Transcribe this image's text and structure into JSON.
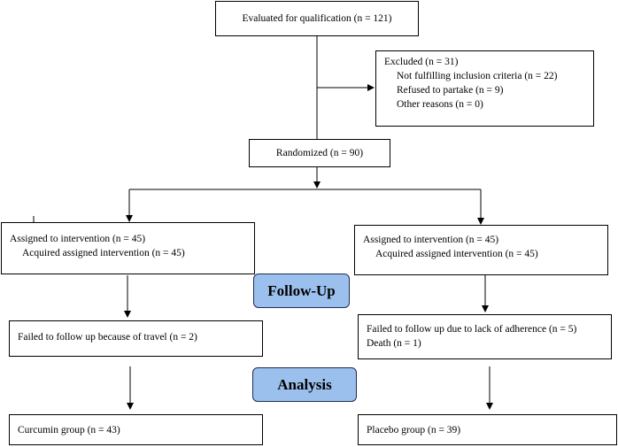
{
  "eligibility": {
    "text": "Evaluated for qualification (n = 121)"
  },
  "excluded": {
    "title": "Excluded (n = 31)",
    "bullet": "",
    "items": [
      "Not fulfilling inclusion criteria (n = 22)",
      "Refused to partake (n = 9)",
      "Other reasons (n = 0)"
    ]
  },
  "randomized": {
    "text": "Randomized (n = 90)"
  },
  "left_allocation": {
    "line1": "Assigned to intervention (n = 45)",
    "line2": "Acquired assigned intervention (n = 45)"
  },
  "right_allocation": {
    "line1": "Assigned to intervention (n = 45)",
    "line2": "Acquired assigned intervention (n = 45)"
  },
  "followup_label": "Follow-Up",
  "left_followup": {
    "text": "Failed to follow up because of travel (n = 2)"
  },
  "right_followup": {
    "line1": "Failed to follow up due to lack of adherence (n = 5)",
    "line2": "Death (n = 1)"
  },
  "analysis_label": "Analysis",
  "left_analysis": {
    "text": "Curcumin group (n = 43)"
  },
  "right_analysis": {
    "text": "Placebo group (n = 39)"
  }
}
